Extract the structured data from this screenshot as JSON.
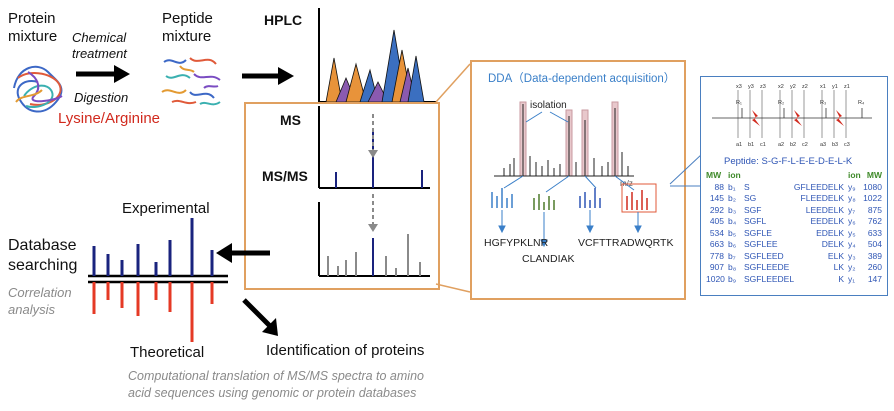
{
  "labels": {
    "protein_mixture": [
      "Protein",
      "mixture"
    ],
    "chemical_treatment": [
      "Chemical",
      "treatment"
    ],
    "digestion": "Digestion",
    "lysine_arginine": "Lysine/Arginine",
    "peptide_mixture": [
      "Peptide",
      "mixture"
    ],
    "hplc": "HPLC",
    "ms": "MS",
    "msms": "MS/MS",
    "experimental": "Experimental",
    "database_searching": [
      "Database",
      "searching"
    ],
    "correlation_analysis": [
      "Correlation",
      "analysis"
    ],
    "theoretical": "Theoretical",
    "identification": "Identification of proteins",
    "computational_note": [
      "Computational translation of MS/MS spectra to  amino",
      "acid sequences using genomic or protein databases"
    ]
  },
  "dda": {
    "title": "DDA（Data-dependent acquisition）",
    "isolation": "isolation",
    "mz": "m/z",
    "peptides": [
      "HGFYPKLNR",
      "CLANDIAK",
      "VCFTTR",
      "ADWQRTK"
    ]
  },
  "fragment": {
    "peptide_title": "Peptide: S-G-F-L-E-E-D-E-L-K",
    "headers": [
      "MW",
      "ion",
      "ion",
      "MW"
    ],
    "top_labels": [
      "x3",
      "y3",
      "z3",
      "x2",
      "y2",
      "z2",
      "x1",
      "y1",
      "z1"
    ],
    "bottom_labels": [
      "a1",
      "b1",
      "c1",
      "a2",
      "b2",
      "c2",
      "a3",
      "b3",
      "c3"
    ],
    "residues": [
      "R₁",
      "R₂",
      "R₃",
      "R₄"
    ],
    "rows": [
      {
        "mw_b": "88",
        "b_ion": "b₁",
        "b_seq": "S",
        "y_seq": "GFLEEDELK",
        "y_ion": "y₉",
        "mw_y": "1080"
      },
      {
        "mw_b": "145",
        "b_ion": "b₂",
        "b_seq": "SG",
        "y_seq": "FLEEDELK",
        "y_ion": "y₈",
        "mw_y": "1022"
      },
      {
        "mw_b": "292",
        "b_ion": "b₃",
        "b_seq": "SGF",
        "y_seq": "LEEDELK",
        "y_ion": "y₇",
        "mw_y": "875"
      },
      {
        "mw_b": "405",
        "b_ion": "b₄",
        "b_seq": "SGFL",
        "y_seq": "EEDELK",
        "y_ion": "y₆",
        "mw_y": "762"
      },
      {
        "mw_b": "534",
        "b_ion": "b₅",
        "b_seq": "SGFLE",
        "y_seq": "EDELK",
        "y_ion": "y₅",
        "mw_y": "633"
      },
      {
        "mw_b": "663",
        "b_ion": "b₆",
        "b_seq": "SGFLEE",
        "y_seq": "DELK",
        "y_ion": "y₄",
        "mw_y": "504"
      },
      {
        "mw_b": "778",
        "b_ion": "b₇",
        "b_seq": "SGFLEED",
        "y_seq": "ELK",
        "y_ion": "y₃",
        "mw_y": "389"
      },
      {
        "mw_b": "907",
        "b_ion": "b₈",
        "b_seq": "SGFLEEDE",
        "y_seq": "LK",
        "y_ion": "y₂",
        "mw_y": "260"
      },
      {
        "mw_b": "1020",
        "b_ion": "b₉",
        "b_seq": "SGFLEEDEL",
        "y_seq": "K",
        "y_ion": "y₁",
        "mw_y": "147"
      }
    ]
  },
  "colors": {
    "accent_red": "#d12a1e",
    "orange_frame": "#e0a060",
    "blue_frame": "#4a7fc0",
    "navy_peak": "#1a237e",
    "dda_title": "#3a7fc8",
    "table_green": "#3f8a2a",
    "table_blue": "#2f56b5"
  }
}
